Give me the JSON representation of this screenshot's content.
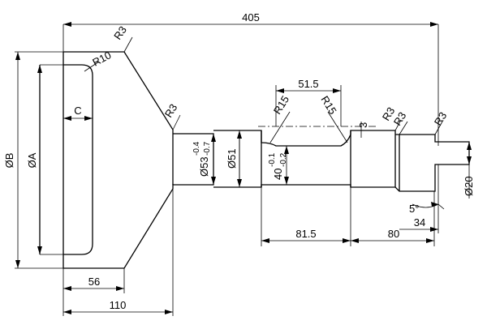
{
  "dimensions": {
    "overall_length": "405",
    "groove_span": "51.5",
    "groove_to_step": "81.5",
    "step_to_shoulder": "80",
    "end_length": "34",
    "flange_width": "56",
    "flange_to_neck": "110",
    "groove_depth": "3",
    "chamfer_c": "C",
    "dia_b": "ØB",
    "dia_a": "ØA",
    "dia_53": "Ø53",
    "dia_53_upper": "-0.4",
    "dia_53_lower": "-0.7",
    "dia_51": "Ø51",
    "dia_40": "40",
    "dia_40_upper": "-0.1",
    "dia_40_lower": "-0.2",
    "dia_20": "Ø20",
    "taper_angle": "5°"
  },
  "radii": {
    "flange_corner": "R3",
    "flange_inner": "R10",
    "neck": "R3",
    "groove_left": "R15",
    "groove_right": "R15",
    "step_1": "R3",
    "step_2": "R3",
    "end": "R3"
  }
}
